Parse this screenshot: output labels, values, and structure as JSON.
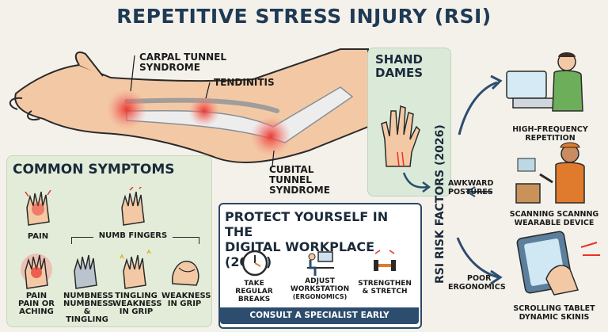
{
  "title": "REPETITIVE STRESS INJURY (RSI)",
  "arm": {
    "carpal": "CARPAL TUNNEL SYNDROME",
    "tendinitis": "TENDINITIS",
    "cubital": "CUBITAL TUNNEL SYNDROME"
  },
  "symptoms": {
    "title": "COMMON SYMPTOMS",
    "pain": "PAIN",
    "numb_fingers": "NUMB FINGERS",
    "pain_aching_1": "PAIN",
    "pain_aching_2": "PAIN OR",
    "pain_aching_3": "ACHING",
    "numbness_1": "NUMBNESS",
    "numbness_2": "NUMBNESS",
    "numbness_3": "& TINGLING",
    "tingling_1": "TINGLING",
    "tingling_2": "WEAKNESS",
    "tingling_3": "IN GRIP",
    "weakness_1": "WEAKNESS",
    "weakness_2": "IN GRIP"
  },
  "shand": {
    "line1": "SHAND",
    "line2": "DAMES"
  },
  "protect": {
    "title_1": "PROTECT YOURSELF IN THE",
    "title_2": "DIGITAL WORKPLACE (2026)",
    "breaks_1": "TAKE REGULAR",
    "breaks_2": "BREAKS",
    "workstation_1": "ADJUST",
    "workstation_2": "WORKSTATION",
    "workstation_3": "(ERGONOMICS)",
    "stretch_1": "STRENGTHEN",
    "stretch_2": "& STRETCH",
    "consult": "CONSULT A SPECIALIST EARLY"
  },
  "risk": {
    "vertical": "RSI RISK FACTORS (2026)",
    "hf_1": "HIGH-FREQUENCY",
    "hf_2": "REPETITION",
    "awk_1": "AWKWARD",
    "awk_2": "POSTURES",
    "scan_1": "SCANNING SCANNNG",
    "scan_2": "WEARABLE DEVICE",
    "poor_1": "POOR",
    "poor_2": "ERGONOMICS",
    "scroll_1": "SCROLLING TABLET",
    "scroll_2": "DYNAMIC SKINIS"
  },
  "colors": {
    "navy": "#1f3a55",
    "inflame": "#e8322b",
    "skin": "#f3c9a5",
    "green_panel": "#e3ecd9"
  }
}
